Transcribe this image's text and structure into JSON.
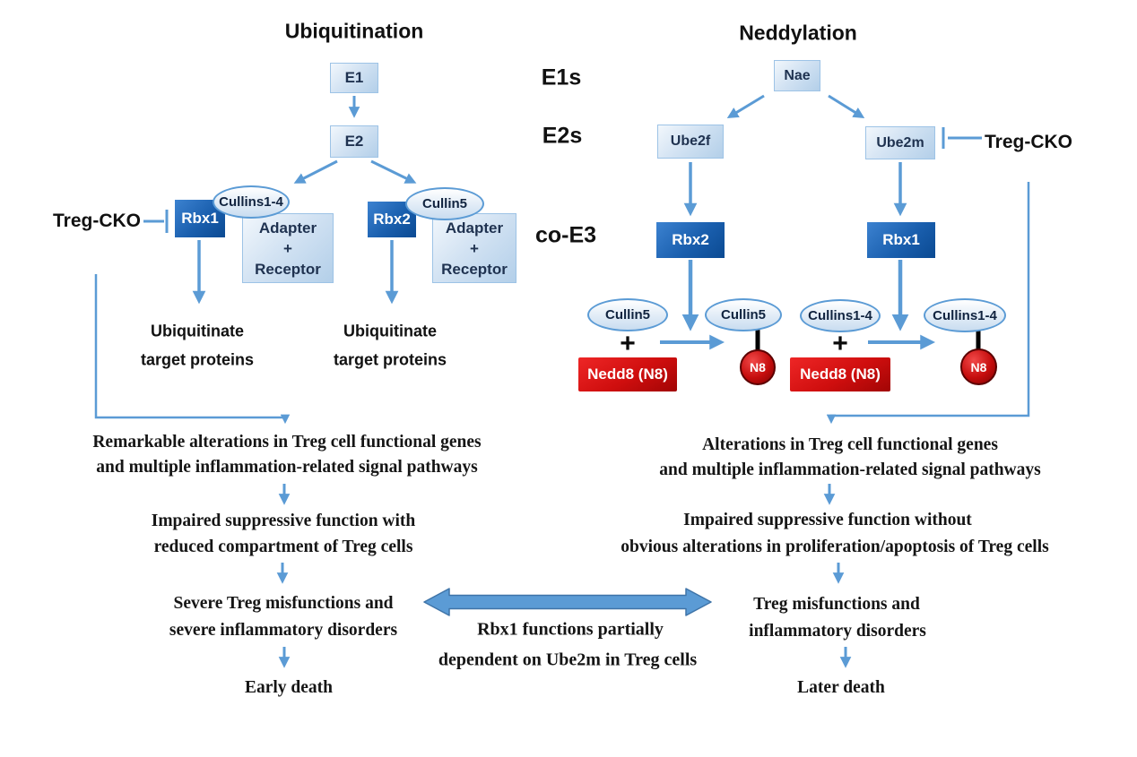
{
  "titles": {
    "ubiquitination": "Ubiquitination",
    "neddylation": "Neddylation"
  },
  "row_labels": {
    "e1s": "E1s",
    "e2s": "E2s",
    "co_e3": "co-E3"
  },
  "inhibitors": {
    "left": "Treg-CKO",
    "right": "Treg-CKO"
  },
  "ubiq": {
    "e1": "E1",
    "e2": "E2",
    "rbx1": "Rbx1",
    "cullins14": "Cullins1-4",
    "rbx2": "Rbx2",
    "cullin5": "Cullin5",
    "adapter": [
      "Adapter",
      "+",
      "Receptor"
    ],
    "outcome": [
      "Ubiquitinate",
      "target proteins"
    ]
  },
  "nedd": {
    "nae": "Nae",
    "ube2f": "Ube2f",
    "ube2m": "Ube2m",
    "rbx2": "Rbx2",
    "rbx1": "Rbx1",
    "rxn1": {
      "substrate": "Cullin5",
      "plus": "+",
      "nedd8": "Nedd8 (N8)",
      "product": "Cullin5",
      "n8": "N8"
    },
    "rxn2": {
      "substrate": "Cullins1-4",
      "plus": "+",
      "nedd8": "Nedd8 (N8)",
      "product": "Cullins1-4",
      "n8": "N8"
    }
  },
  "left_flow": {
    "step1": [
      "Remarkable alterations in Treg cell functional genes",
      "and multiple inflammation-related signal pathways"
    ],
    "step2": [
      "Impaired suppressive function with",
      "reduced compartment of Treg cells"
    ],
    "step3": [
      "Severe Treg misfunctions and",
      "severe inflammatory disorders"
    ],
    "step4": "Early death"
  },
  "right_flow": {
    "step1": [
      "Alterations in Treg cell functional genes",
      "and multiple inflammation-related signal pathways"
    ],
    "step2": [
      "Impaired suppressive function without",
      "obvious alterations in proliferation/apoptosis of Treg cells"
    ],
    "step3": [
      "Treg misfunctions and",
      "inflammatory disorders"
    ],
    "step4": "Later death"
  },
  "comparison": {
    "line1": "Rbx1 functions partially",
    "line2": "dependent on Ube2m in Treg cells"
  },
  "colors": {
    "arrow_blue": "#5b9bd5",
    "dark_box": "#0b4a92",
    "light_box": "#cfe2f3",
    "red_box": "#cf0e0e",
    "n8_circle": "#c50d0d",
    "black_link": "#000000"
  }
}
